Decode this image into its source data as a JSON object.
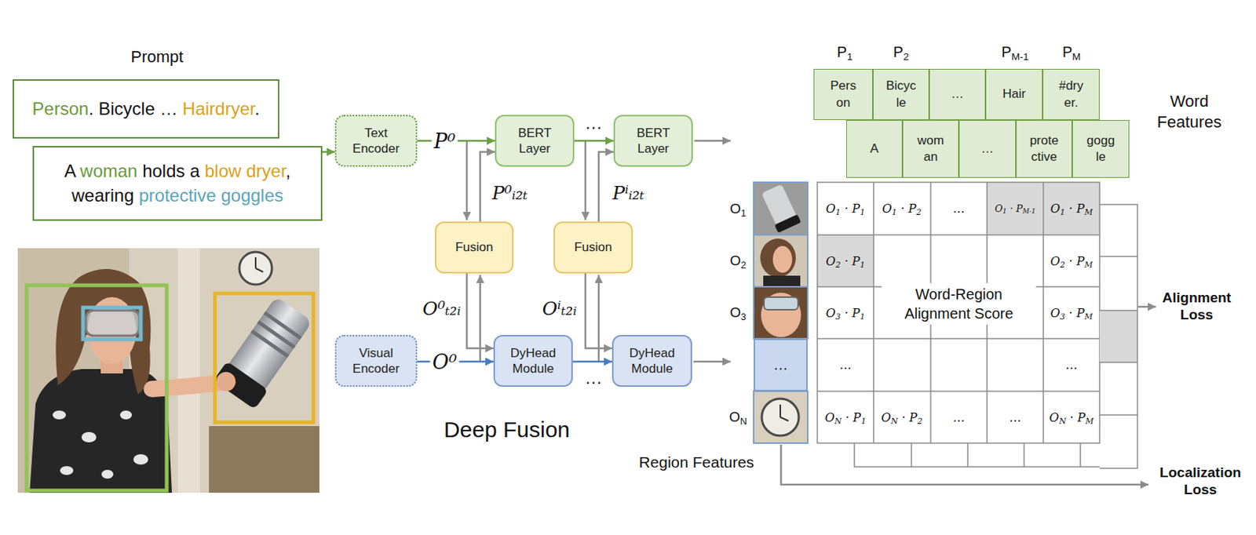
{
  "diagram": {
    "nodes": [
      {
        "text": [
          "Person. Bicycle … Hairdryer."
        ]
      },
      {
        "text": [
          "A woman holds a blow dryer, wearing protective goggles"
        ]
      },
      {
        "text": [
          "Text Encoder"
        ]
      },
      {
        "text": [
          "BERT Layer"
        ]
      },
      {
        "text": [
          "BERT Layer"
        ]
      },
      {
        "text": [
          "Fusion"
        ]
      },
      {
        "text": [
          "Fusion"
        ]
      },
      {
        "text": [
          "Visual Encoder"
        ]
      },
      {
        "text": [
          "DyHead Module"
        ]
      },
      {
        "text": [
          "DyHead Module"
        ]
      },
      {
        "text": [
          "Pers on"
        ]
      },
      {
        "text": [
          "Bicyc le"
        ]
      },
      {
        "text": [
          "…"
        ]
      },
      {
        "text": [
          "Hair"
        ]
      },
      {
        "text": [
          "#dry er."
        ]
      },
      {
        "text": [
          "A"
        ]
      },
      {
        "text": [
          "wom an"
        ]
      },
      {
        "text": [
          "…"
        ]
      },
      {
        "text": [
          "prote ctive"
        ]
      },
      {
        "text": [
          "gogg le"
        ]
      },
      {
        "text": [
          "…"
        ]
      }
    ],
    "edges": [
      {
        "from": 1,
        "to": 2,
        "arrow": "to"
      },
      {
        "from": 2,
        "to": 3,
        "label": "P⁰",
        "arrow": "to"
      },
      {
        "from": 3,
        "to": 4,
        "arrow": "to"
      },
      {
        "from": 7,
        "to": 8,
        "label": "O⁰",
        "arrow": "to"
      },
      {
        "from": 8,
        "to": 9,
        "arrow": "to"
      },
      {
        "from": 5,
        "to": 3,
        "arrow": "to"
      },
      {
        "from": 5,
        "to": 8,
        "arrow": "to"
      },
      {
        "from": 6,
        "to": 4,
        "arrow": "to"
      },
      {
        "from": 6,
        "to": 9,
        "arrow": "to"
      }
    ],
    "labels": [
      "Prompt",
      "…",
      "…",
      "P⁰ᵢ₂ₜ",
      "Pⁱᵢ₂ₜ",
      "O⁰ₜ₂ᵢ",
      "Oⁱₜ₂ᵢ",
      "Deep Fusion",
      "P1",
      "P2",
      "PM-1",
      "PM",
      "Word Features",
      "O1",
      "O2",
      "O3",
      "ON",
      "Region Features",
      "O1 · P1",
      "O1 · P2",
      "…",
      "O1 · PM-1",
      "O1 · PM",
      "O2 · P1",
      "O2 · PM",
      "O3 · P1",
      "Word-Region Alignment Score",
      "O3 · PM",
      "…",
      "…",
      "ON · P1",
      "ON · P2",
      "…",
      "…",
      "ON · PM",
      "Alignment Loss",
      "Localization Loss"
    ]
  }
}
